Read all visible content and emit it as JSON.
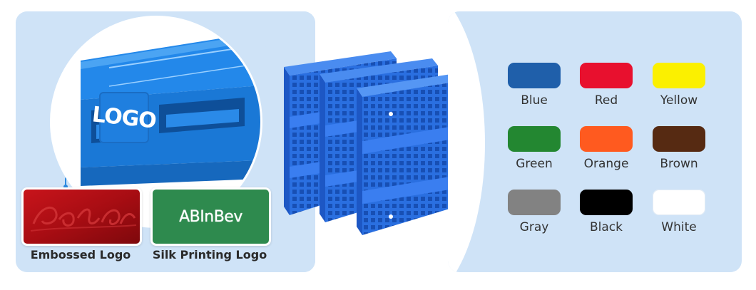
{
  "logo_options": {
    "zoom_logo_text": "LOGO",
    "samples": [
      {
        "label": "Embossed Logo",
        "sample_text": "Coca-Cola"
      },
      {
        "label": "Silk Printing Logo",
        "sample_text": "ABInBev"
      }
    ]
  },
  "colors": {
    "items": [
      {
        "label": "Blue",
        "hex": "#1f5faa"
      },
      {
        "label": "Red",
        "hex": "#e8102e"
      },
      {
        "label": "Yellow",
        "hex": "#fbf000"
      },
      {
        "label": "Green",
        "hex": "#238731"
      },
      {
        "label": "Orange",
        "hex": "#ff5a1f"
      },
      {
        "label": "Brown",
        "hex": "#562a12"
      },
      {
        "label": "Gray",
        "hex": "#828282"
      },
      {
        "label": "Black",
        "hex": "#000000"
      },
      {
        "label": "White",
        "hex": "#ffffff"
      }
    ]
  },
  "pallet_color": "#2a6fe0"
}
